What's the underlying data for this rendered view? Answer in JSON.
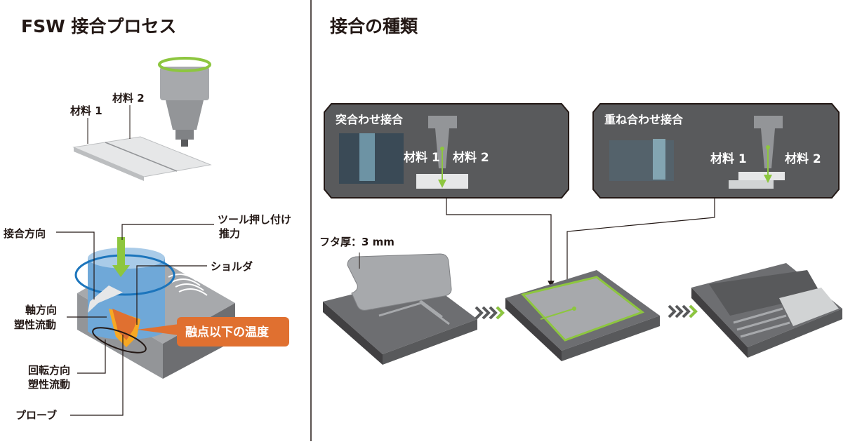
{
  "left": {
    "title": "FSW 接合プロセス",
    "material1": "材料 1",
    "material2": "材料 2",
    "labels": {
      "join_direction": "接合方向",
      "tool_push_1": "ツール押し付け",
      "tool_push_2": "推力",
      "shoulder": "ショルダ",
      "axial_flow_1": "軸方向",
      "axial_flow_2": "塑性流動",
      "rotational_flow_1": "回転方向",
      "rotational_flow_2": "塑性流動",
      "probe": "プローブ",
      "temperature": "融点以下の温度"
    }
  },
  "right": {
    "title": "接合の種類",
    "panels": [
      {
        "title": "突合わせ接合",
        "material1": "材料 1",
        "material2": "材料 2"
      },
      {
        "title": "重ね合わせ接合",
        "material1": "材料 1",
        "material2": "材料 2"
      }
    ],
    "lid_thickness": "フタ厚：3 mm"
  },
  "colors": {
    "green": "#8dc63f",
    "orange": "#e07030",
    "panel": "#595a5c",
    "blue": "#1c75bc"
  }
}
